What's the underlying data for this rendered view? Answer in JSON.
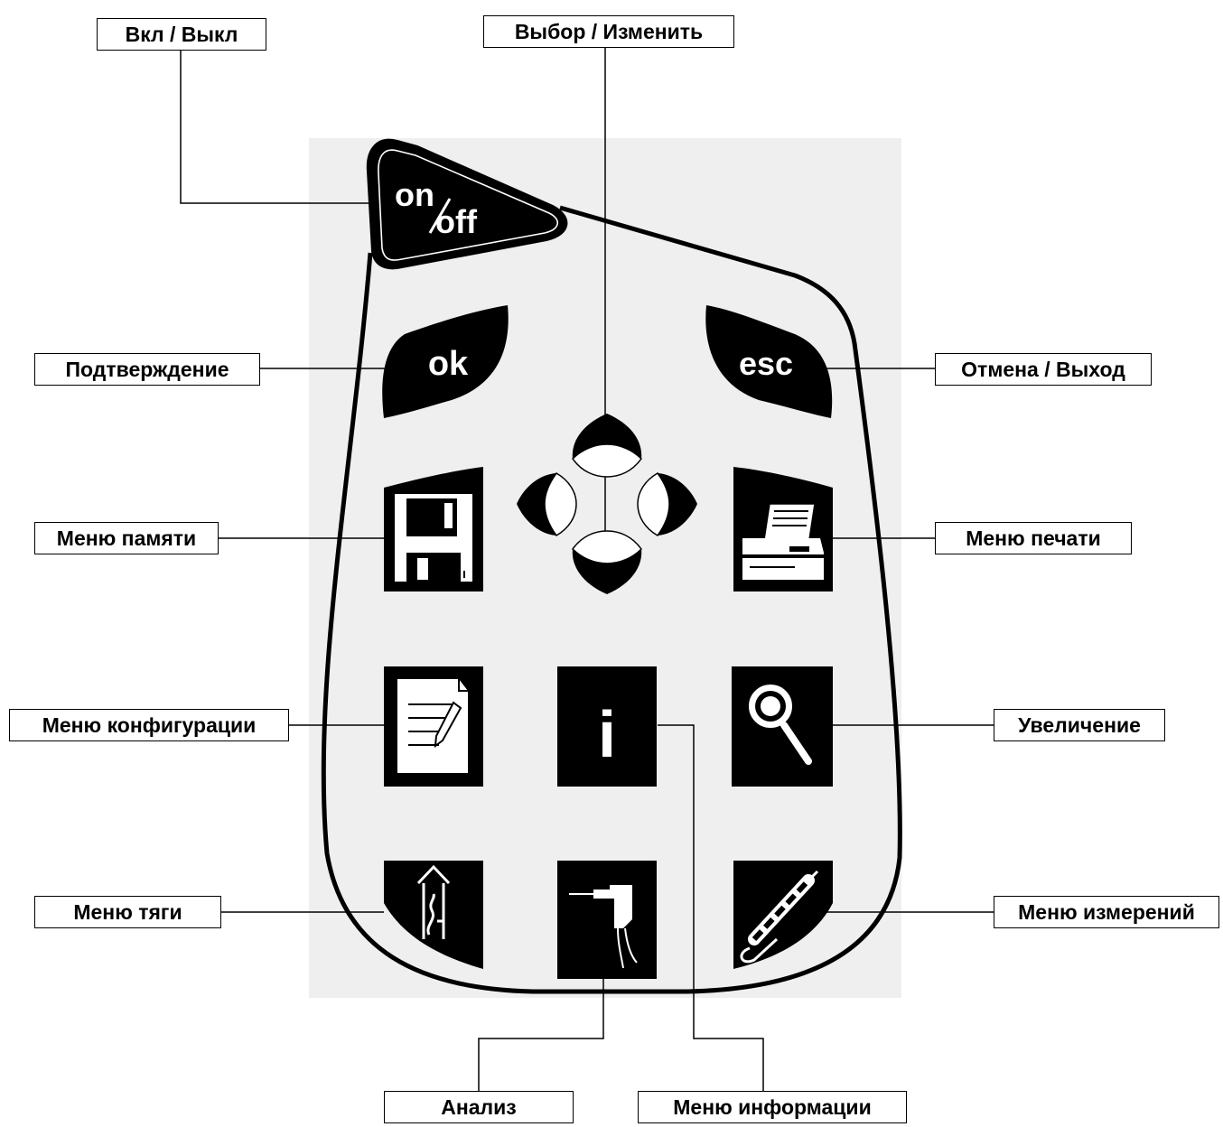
{
  "labels": {
    "power": "Вкл / Выкл",
    "select": "Выбор / Изменить",
    "confirm": "Подтверждение",
    "cancel": "Отмена / Выход",
    "memory": "Меню памяти",
    "print": "Меню печати",
    "config": "Меню конфигурации",
    "zoom": "Увеличение",
    "draft": "Меню тяги",
    "measure": "Меню измерений",
    "analysis": "Анализ",
    "info": "Меню информации"
  },
  "keys": {
    "onoff_on": "on",
    "onoff_off": "off",
    "ok": "ok",
    "esc": "esc",
    "info_glyph": "i"
  },
  "icons": {
    "power": "power-key",
    "confirm": "ok-key",
    "cancel": "esc-key",
    "select": "direction-pad-icon",
    "memory": "floppy-disk-icon",
    "print": "printer-icon",
    "config": "notepad-pencil-icon",
    "info": "info-icon",
    "zoom": "magnifier-icon",
    "draft": "draft-arrow-icon",
    "analysis": "probe-icon",
    "measure": "measurement-probe-icon"
  },
  "colors": {
    "background": "#ffffff",
    "panel": "#efefef",
    "key": "#000000",
    "line": "#000000"
  }
}
